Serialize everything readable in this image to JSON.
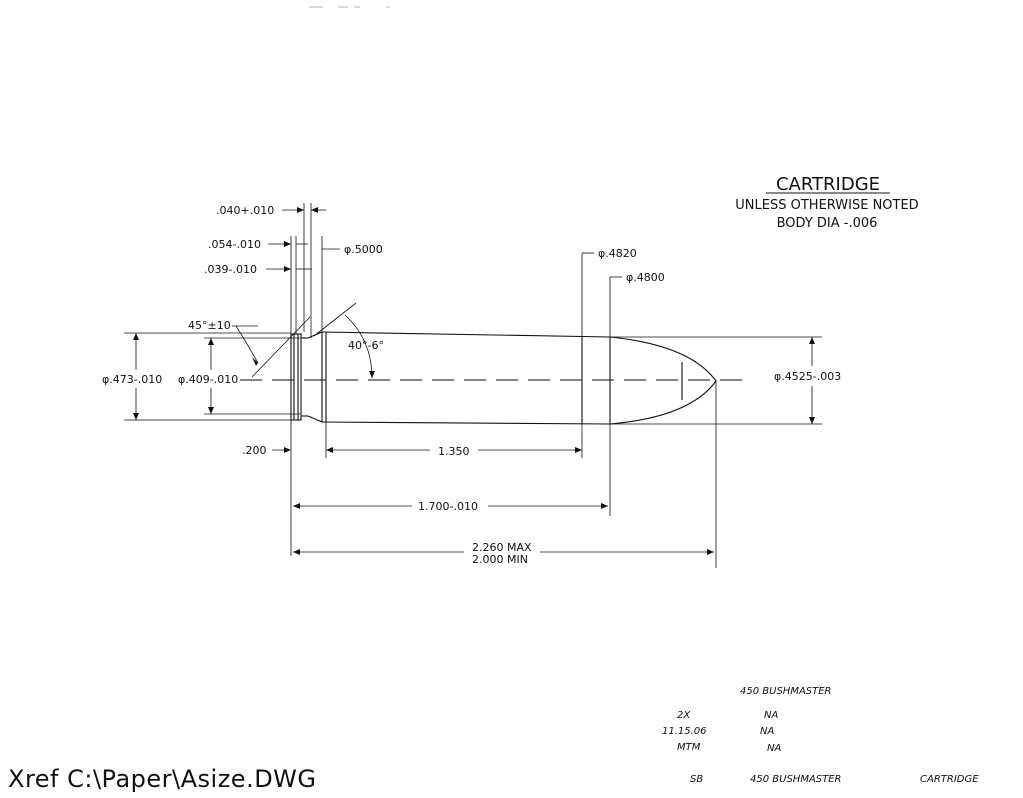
{
  "title_block": {
    "title": "CARTRIDGE",
    "note_line1": "UNLESS OTHERWISE NOTED",
    "note_line2": "BODY DIA -.006"
  },
  "dimensions": {
    "rim_thickness": ".040+.010",
    "extractor_groove_width": ".054-.010",
    "groove_width_2": ".039-.010",
    "rim_dia": "φ.5000",
    "chamfer_angle": "45°±10",
    "groove_angle": "40°-6°",
    "rim_dia_2": "φ.473-.010",
    "groove_dia": "φ.409-.010",
    "case_mouth_dia_1": "φ.4820",
    "case_mouth_dia_2": "φ.4800",
    "bullet_dia": "φ.4525-.003",
    "head_length": ".200",
    "body_length": "1.350",
    "case_length": "1.700-.010",
    "oal_max": "2.260 MAX",
    "oal_min": "2.000 MIN"
  },
  "revision_block": {
    "part_name": "450 BUSHMASTER",
    "scale": "2X",
    "date": "11.15.06",
    "drawn_by": "MTM",
    "na_1": "NA",
    "na_2": "NA",
    "na_3": "NA",
    "sb": "SB",
    "part_name_2": "450 BUSHMASTER",
    "type": "CARTRIDGE"
  },
  "xref": "Xref C:\\Paper\\Asize.DWG"
}
